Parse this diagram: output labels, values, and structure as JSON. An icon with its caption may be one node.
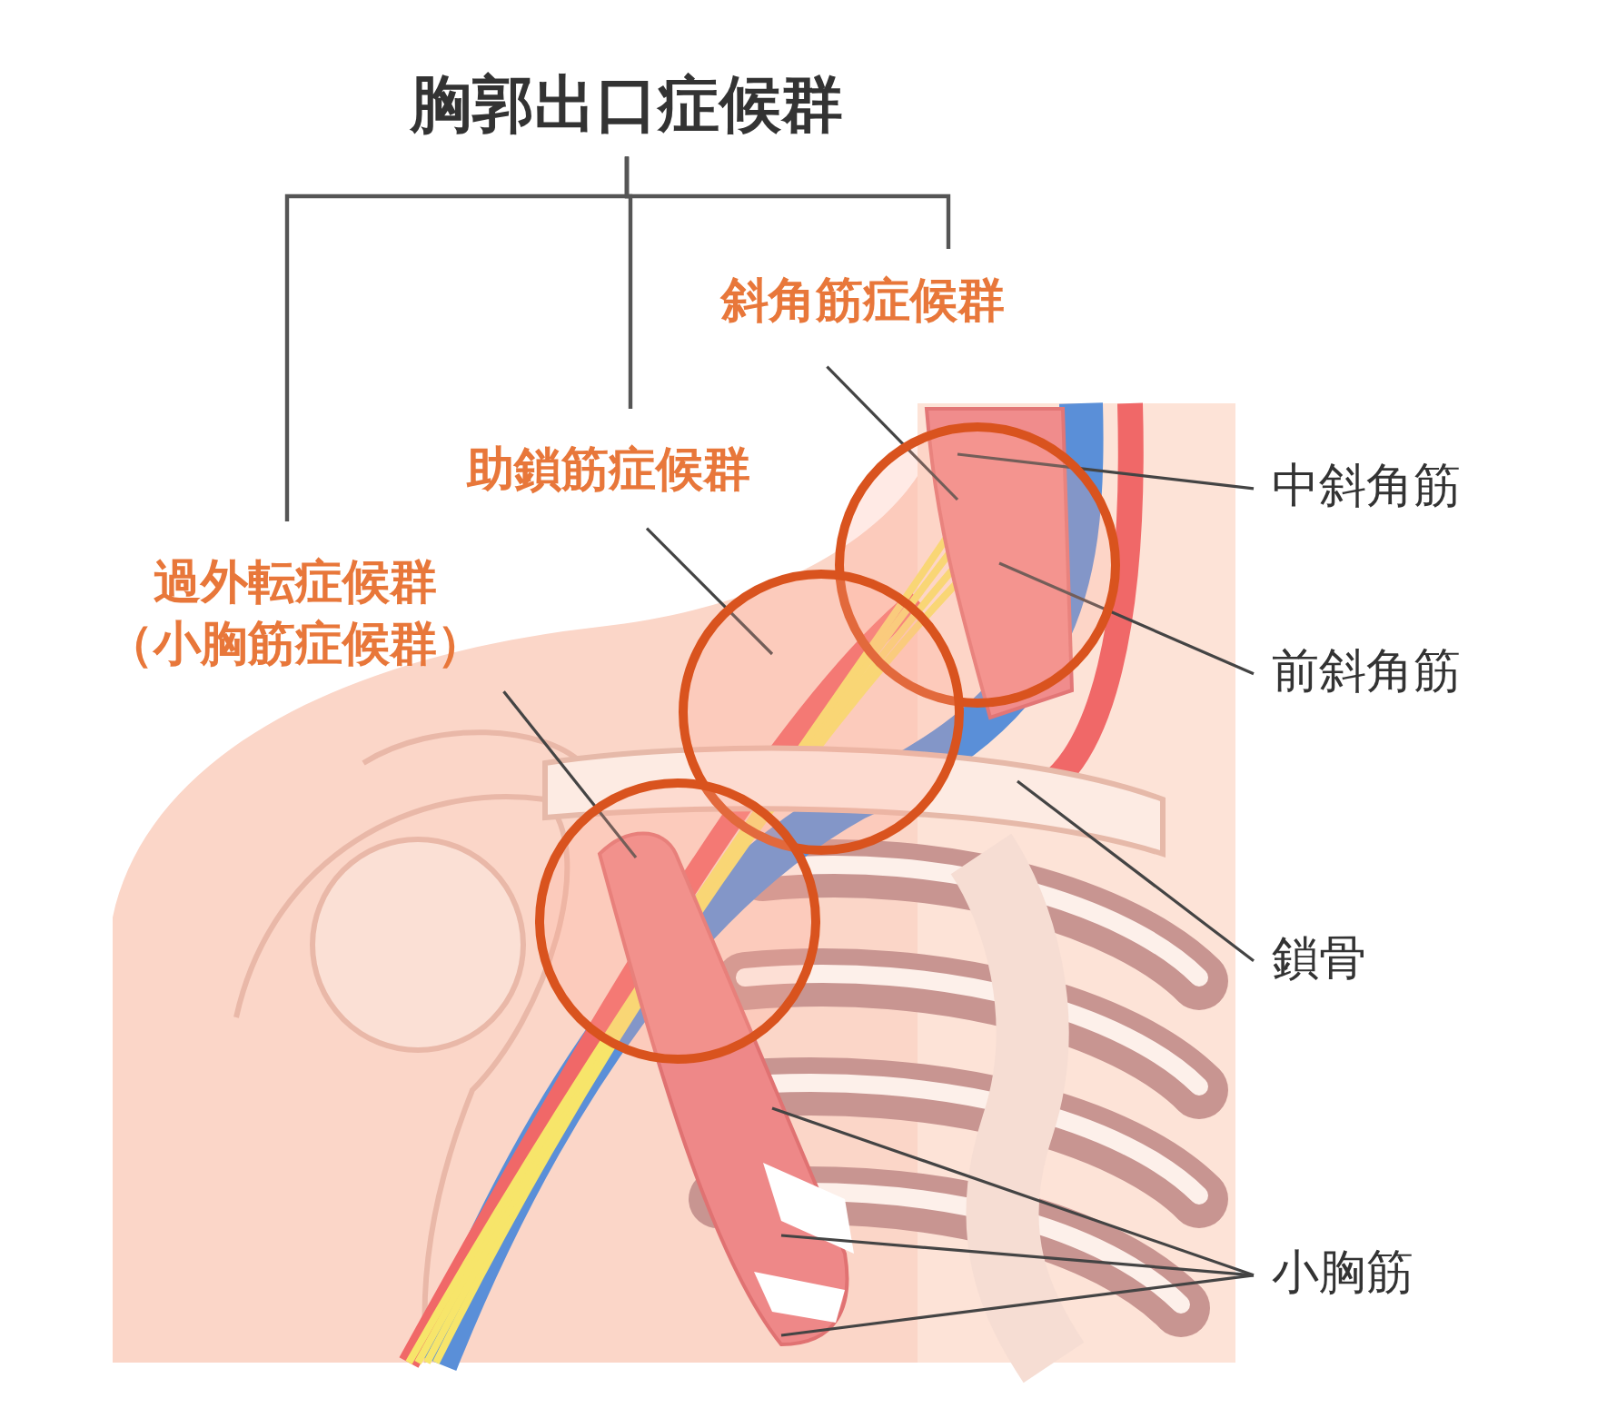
{
  "diagram": {
    "nodes": [
      {
        "text": [
          "胸郭出口症候群"
        ]
      },
      {
        "text": [
          "斜角筋症候群"
        ]
      },
      {
        "text": [
          "助鎖筋症候群"
        ]
      },
      {
        "text": [
          "過外転症候群（小胸筋症候群）"
        ]
      },
      {
        "text": [
          "中斜角筋"
        ]
      },
      {
        "text": [
          "前斜角筋"
        ]
      },
      {
        "text": [
          "鎖骨"
        ]
      },
      {
        "text": [
          "小胸筋"
        ]
      },
      {
        "text": [],
        "shape": "circle"
      },
      {
        "text": [],
        "shape": "circle"
      },
      {
        "text": [],
        "shape": "circle"
      }
    ],
    "edges": [
      {
        "from": 0,
        "to": 1,
        "arrow": "none"
      },
      {
        "from": 0,
        "to": 2,
        "arrow": "none"
      },
      {
        "from": 0,
        "to": 3,
        "arrow": "none"
      },
      {
        "from": 1,
        "to": 8,
        "arrow": "none"
      },
      {
        "from": 2,
        "to": 9,
        "arrow": "none"
      },
      {
        "from": 3,
        "to": 10,
        "arrow": "none"
      },
      {
        "from": 4,
        "to": 8,
        "arrow": "none"
      },
      {
        "from": 5,
        "to": 8,
        "arrow": "none"
      },
      {
        "from": 6,
        "to": null,
        "arrow": "none"
      },
      {
        "from": 7,
        "to": null,
        "arrow": "none"
      },
      {
        "from": 7,
        "to": null,
        "arrow": "none"
      },
      {
        "from": 7,
        "to": null,
        "arrow": "none"
      }
    ]
  }
}
